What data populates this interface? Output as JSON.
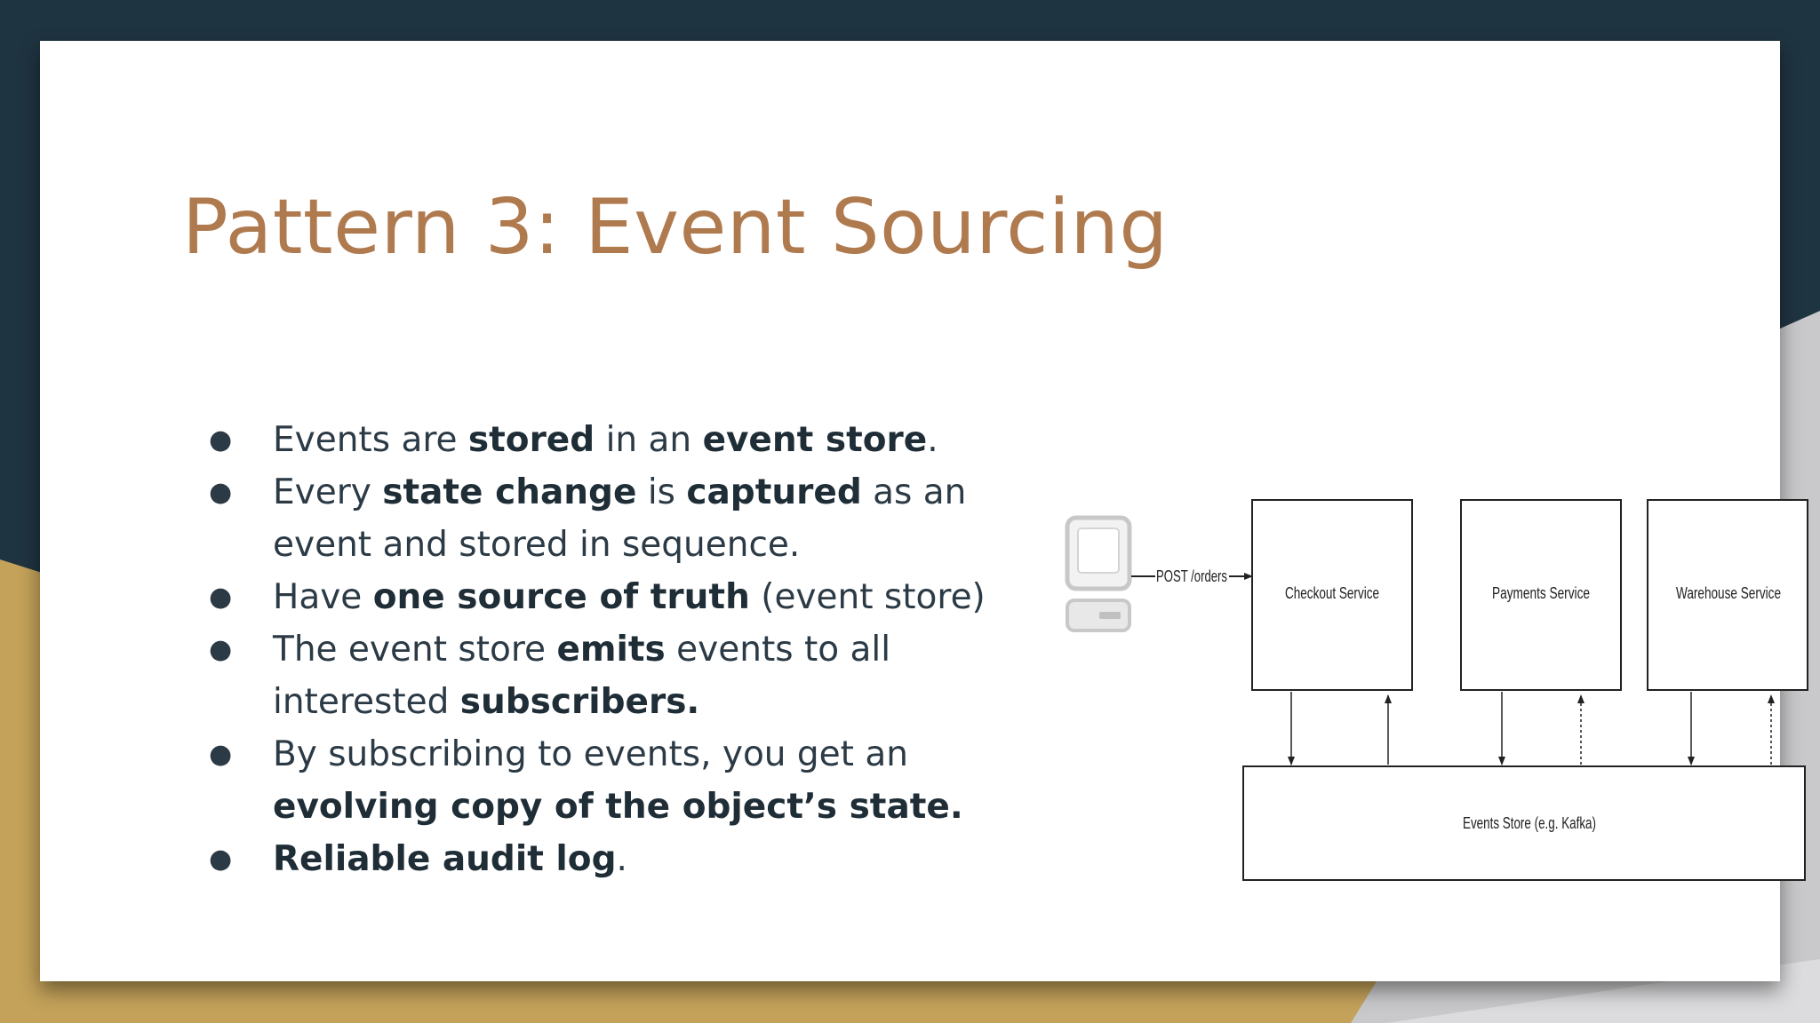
{
  "slide": {
    "title": "Pattern 3: Event Sourcing",
    "colors": {
      "title": "#b07a4f",
      "dark": "#1f3441",
      "gold": "#c4a25a",
      "text": "#2b3a45"
    },
    "bullets": [
      {
        "parts": [
          {
            "text": "Events are ",
            "bold": false
          },
          {
            "text": "stored",
            "bold": true
          },
          {
            "text": " in an ",
            "bold": false
          },
          {
            "text": "event store",
            "bold": true
          },
          {
            "text": ".",
            "bold": false
          }
        ]
      },
      {
        "parts": [
          {
            "text": "Every ",
            "bold": false
          },
          {
            "text": "state change",
            "bold": true
          },
          {
            "text": " is ",
            "bold": false
          },
          {
            "text": "captured",
            "bold": true
          },
          {
            "text": " as an event and stored in sequence.",
            "bold": false
          }
        ]
      },
      {
        "parts": [
          {
            "text": "Have ",
            "bold": false
          },
          {
            "text": "one source of truth",
            "bold": true
          },
          {
            "text": " (event store)",
            "bold": false
          }
        ]
      },
      {
        "parts": [
          {
            "text": "The event store ",
            "bold": false
          },
          {
            "text": "emits",
            "bold": true
          },
          {
            "text": " events to all interested ",
            "bold": false
          },
          {
            "text": "subscribers.",
            "bold": true
          }
        ]
      },
      {
        "parts": [
          {
            "text": "By subscribing to events, you get an ",
            "bold": false
          },
          {
            "text": "evolving copy of the object’s state.",
            "bold": true
          }
        ]
      },
      {
        "parts": [
          {
            "text": "Reliable audit log",
            "bold": true
          },
          {
            "text": ".",
            "bold": false
          }
        ]
      }
    ],
    "diagram": {
      "client_label": "POST /orders",
      "services": [
        "Checkout Service",
        "Payments Service",
        "Warehouse Service"
      ],
      "store_label": "Events Store (e.g. Kafka)"
    }
  }
}
